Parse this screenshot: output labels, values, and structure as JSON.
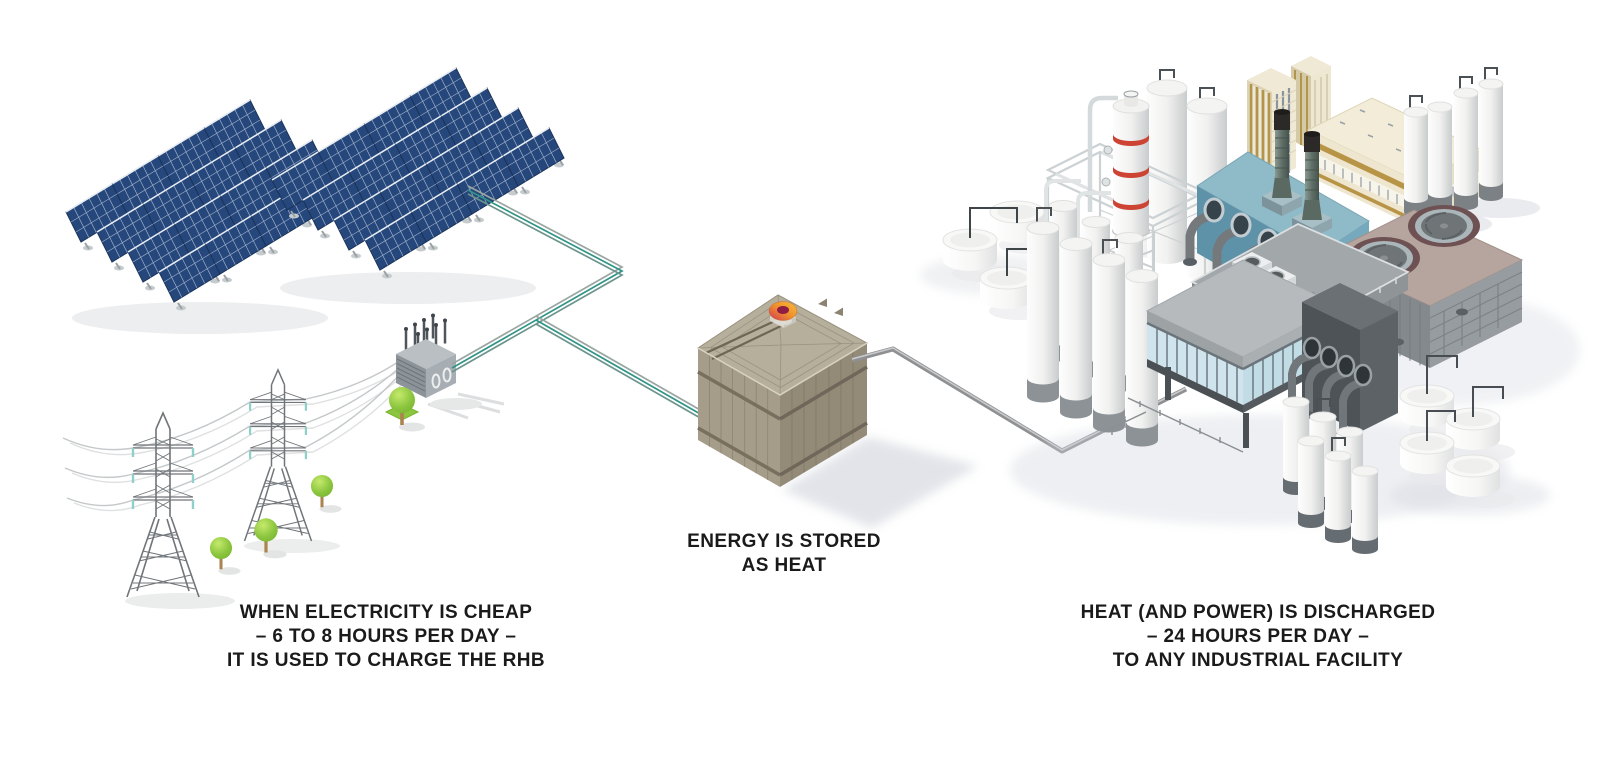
{
  "captions": {
    "charge": [
      "WHEN ELECTRICITY IS CHEAP",
      "– 6 TO 8 HOURS PER DAY –",
      "IT IS USED TO CHARGE THE RHB"
    ],
    "store": [
      "ENERGY IS STORED",
      "AS HEAT"
    ],
    "discharge": [
      "HEAT (AND POWER) IS DISCHARGED",
      "– 24 HOURS PER DAY –",
      "TO ANY INDUSTRIAL FACILITY"
    ]
  },
  "scene": {
    "background_color": "#ffffff",
    "flow": [
      "solar-and-grid-electricity",
      "rhb-heat-battery",
      "industrial-facility"
    ],
    "components": [
      {
        "icon": "solar-array-icon",
        "label": "solar panel arrays"
      },
      {
        "icon": "transmission-tower-icon",
        "label": "grid transmission towers with power lines"
      },
      {
        "icon": "transformer-substation-icon",
        "label": "transformer substation"
      },
      {
        "icon": "tree-icon",
        "label": "trees"
      },
      {
        "icon": "heat-battery-icon",
        "label": "RHB thermal storage block with ring logo"
      },
      {
        "icon": "power-line-icon",
        "label": "electricity line from solar and grid to RHB"
      },
      {
        "icon": "heat-pipe-icon",
        "label": "heat delivery pipe from RHB to plant"
      },
      {
        "icon": "industrial-facility-icon",
        "label": "industrial facility with silos, tanks, chimneys and cooling fans"
      }
    ],
    "colors": {
      "text": "#1a1a1a",
      "solar_panel_blue": "#26477c",
      "wire_teal": "#2f9486",
      "wire_gray": "#98a5a0",
      "pipe_gray": "#8e9092",
      "battery_wall_beige": "#a59d8a",
      "battery_roof_beige": "#b6af9c",
      "ring_logo_orange": "#f7bf3a",
      "ring_logo_magenta": "#a8224c",
      "facility_blue": "#5e92a9",
      "column_stripe_red": "#cd4434",
      "tree_green": "#8cc63f",
      "cream_building": "#f2ecd8",
      "cooling_deck_mauve": "#b5a59e"
    }
  }
}
